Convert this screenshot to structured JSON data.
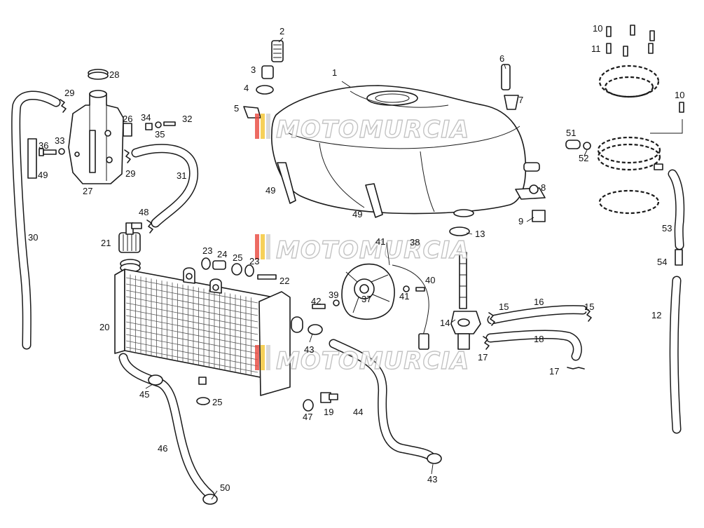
{
  "watermark": {
    "text": "MOTOMURCIA",
    "stripe_colors": [
      "#e8463c",
      "#f4c430",
      "#cfcfcf"
    ]
  },
  "callouts": [
    {
      "id": "c1",
      "label": "1"
    },
    {
      "id": "c2",
      "label": "2"
    },
    {
      "id": "c3",
      "label": "3"
    },
    {
      "id": "c4",
      "label": "4"
    },
    {
      "id": "c5",
      "label": "5"
    },
    {
      "id": "c6",
      "label": "6"
    },
    {
      "id": "c7",
      "label": "7"
    },
    {
      "id": "c8",
      "label": "8"
    },
    {
      "id": "c9",
      "label": "9"
    },
    {
      "id": "c10a",
      "label": "10"
    },
    {
      "id": "c10b",
      "label": "10"
    },
    {
      "id": "c11",
      "label": "11"
    },
    {
      "id": "c12",
      "label": "12"
    },
    {
      "id": "c13",
      "label": "13"
    },
    {
      "id": "c14",
      "label": "14"
    },
    {
      "id": "c15a",
      "label": "15"
    },
    {
      "id": "c15b",
      "label": "15"
    },
    {
      "id": "c16",
      "label": "16"
    },
    {
      "id": "c17a",
      "label": "17"
    },
    {
      "id": "c17b",
      "label": "17"
    },
    {
      "id": "c18",
      "label": "18"
    },
    {
      "id": "c19",
      "label": "19"
    },
    {
      "id": "c20",
      "label": "20"
    },
    {
      "id": "c21",
      "label": "21"
    },
    {
      "id": "c22",
      "label": "22"
    },
    {
      "id": "c23a",
      "label": "23"
    },
    {
      "id": "c23b",
      "label": "23"
    },
    {
      "id": "c24",
      "label": "24"
    },
    {
      "id": "c25a",
      "label": "25"
    },
    {
      "id": "c25b",
      "label": "25"
    },
    {
      "id": "c26",
      "label": "26"
    },
    {
      "id": "c27",
      "label": "27"
    },
    {
      "id": "c28",
      "label": "28"
    },
    {
      "id": "c29a",
      "label": "29"
    },
    {
      "id": "c29b",
      "label": "29"
    },
    {
      "id": "c30",
      "label": "30"
    },
    {
      "id": "c31",
      "label": "31"
    },
    {
      "id": "c32",
      "label": "32"
    },
    {
      "id": "c33",
      "label": "33"
    },
    {
      "id": "c34",
      "label": "34"
    },
    {
      "id": "c35",
      "label": "35"
    },
    {
      "id": "c36",
      "label": "36"
    },
    {
      "id": "c37",
      "label": "37"
    },
    {
      "id": "c38",
      "label": "38"
    },
    {
      "id": "c39",
      "label": "39"
    },
    {
      "id": "c40",
      "label": "40"
    },
    {
      "id": "c41a",
      "label": "41"
    },
    {
      "id": "c41b",
      "label": "41"
    },
    {
      "id": "c42",
      "label": "42"
    },
    {
      "id": "c43a",
      "label": "43"
    },
    {
      "id": "c43b",
      "label": "43"
    },
    {
      "id": "c44",
      "label": "44"
    },
    {
      "id": "c45",
      "label": "45"
    },
    {
      "id": "c46",
      "label": "46"
    },
    {
      "id": "c47",
      "label": "47"
    },
    {
      "id": "c48",
      "label": "48"
    },
    {
      "id": "c49a",
      "label": "49"
    },
    {
      "id": "c49b",
      "label": "49"
    },
    {
      "id": "c49c",
      "label": "49"
    },
    {
      "id": "c50",
      "label": "50"
    },
    {
      "id": "c51",
      "label": "51"
    },
    {
      "id": "c52",
      "label": "52"
    },
    {
      "id": "c53",
      "label": "53"
    },
    {
      "id": "c54",
      "label": "54"
    }
  ]
}
